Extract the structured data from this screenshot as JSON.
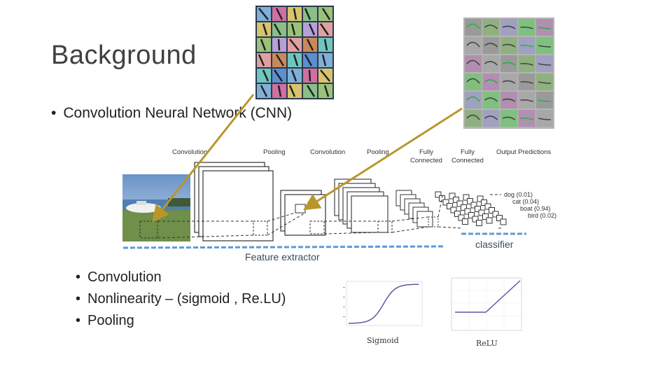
{
  "slide": {
    "title": "Background",
    "main_bullet": "Convolution Neural Network (CNN)",
    "sub_bullets": [
      "Convolution",
      "Nonlinearity – (sigmoid , Re.LU)",
      "Pooling"
    ]
  },
  "diagram": {
    "stage_labels": [
      "Convolution",
      "Pooling",
      "Convolution",
      "Pooling"
    ],
    "fc_labels": [
      {
        "line1": "Fully",
        "line2": "Connected"
      },
      {
        "line1": "Fully",
        "line2": "Connected"
      }
    ],
    "output_label": "Output Predictions",
    "predictions": [
      "dog (0.01)",
      "cat (0.04)",
      "boat (0.94)",
      "bird (0.02)"
    ],
    "feature_extractor_label": "Feature extractor",
    "classifier_label": "classifier"
  },
  "plots": {
    "sigmoid_caption": "Sigmoid",
    "relu_caption": "ReLU"
  },
  "colors": {
    "arrow": "#b8962a",
    "bracket": "#5b9bd5",
    "title": "#404040"
  }
}
